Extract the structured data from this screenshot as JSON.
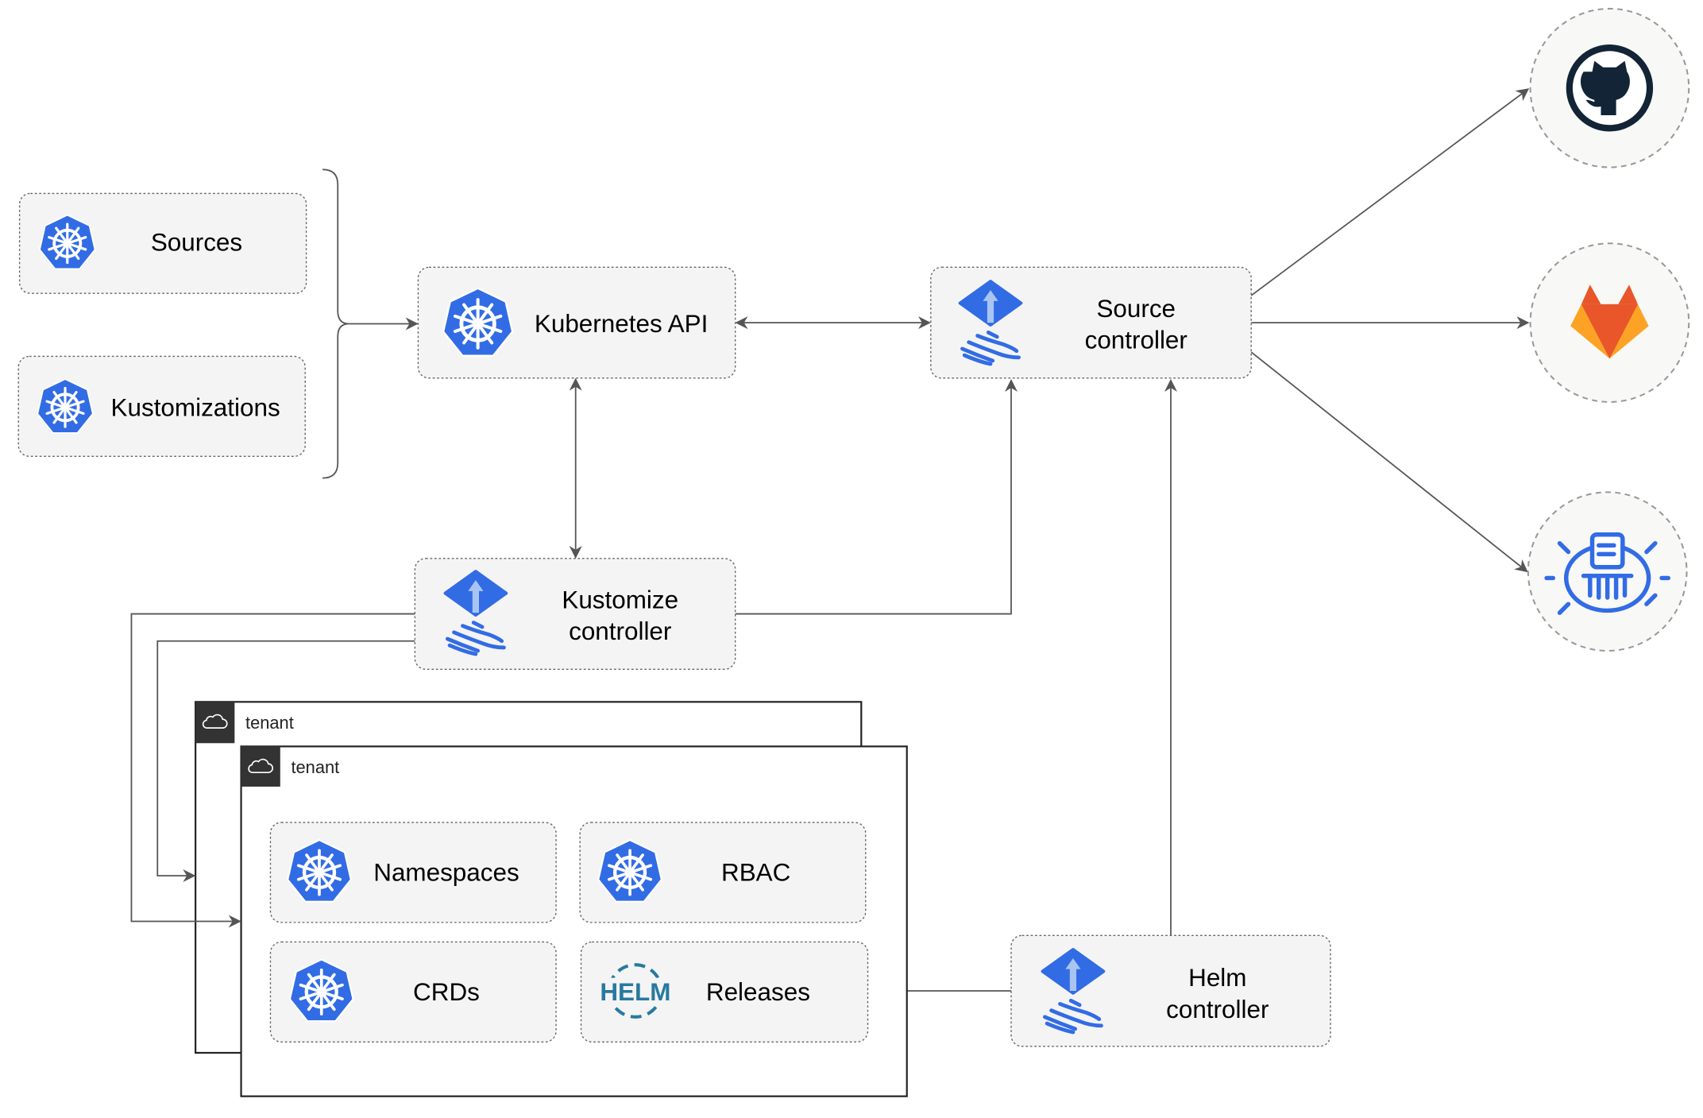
{
  "nodes": {
    "sources": "Sources",
    "kustomizations": "Kustomizations",
    "kubernetes_api": "Kubernetes API",
    "source_controller": [
      "Source",
      "controller"
    ],
    "kustomize_controller": [
      "Kustomize",
      "controller"
    ],
    "helm_controller": [
      "Helm",
      "controller"
    ],
    "namespaces": "Namespaces",
    "rbac": "RBAC",
    "crds": "CRDs",
    "releases": "Releases"
  },
  "tenants": [
    "tenant",
    "tenant"
  ],
  "icons": {
    "kubernetes": "kubernetes-icon",
    "flux": "flux-icon",
    "helm": "HELM",
    "github": "github-icon",
    "gitlab": "gitlab-icon",
    "harbor": "harbor-registry-icon",
    "cloud": "cloud-icon"
  },
  "colors": {
    "kubernetes_blue": "#326ce5",
    "helm_blue": "#277a9f",
    "github_dark": "#122435",
    "gitlab_orange": "#e8562a",
    "gitlab_yellow": "#fca326",
    "box_fill": "#f4f4f4"
  }
}
